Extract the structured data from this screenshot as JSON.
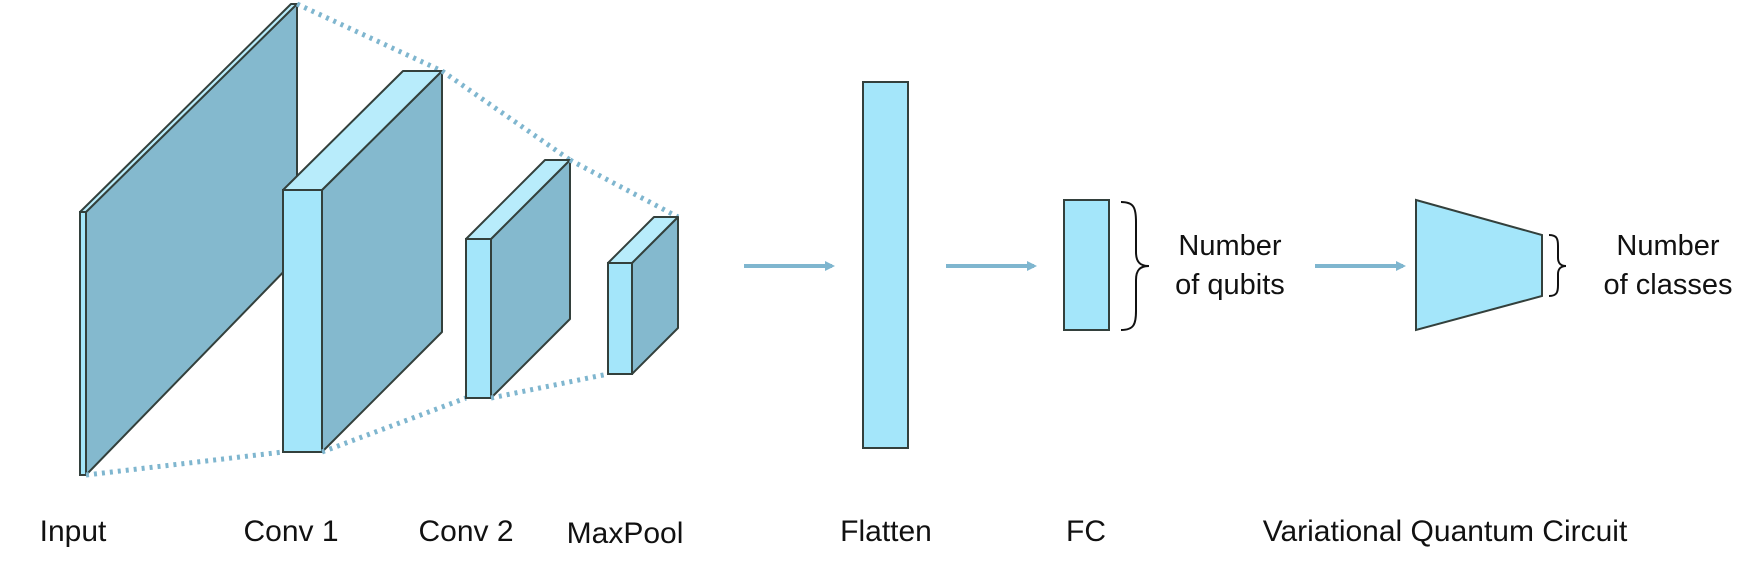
{
  "colors": {
    "front_face": "#a4e6fa",
    "side_face": "#84b9ce",
    "top_face": "#b8ecfb",
    "outline": "#33403c",
    "connector": "#7fb6cf",
    "arrow": "#7fb6cf",
    "text": "#111111"
  },
  "layers": [
    {
      "id": "input",
      "label": "Input"
    },
    {
      "id": "conv1",
      "label": "Conv 1"
    },
    {
      "id": "conv2",
      "label": "Conv 2"
    },
    {
      "id": "maxpool",
      "label": "MaxPool"
    },
    {
      "id": "flatten",
      "label": "Flatten"
    },
    {
      "id": "fc",
      "label": "FC"
    },
    {
      "id": "vqc",
      "label": "Variational Quantum Circuit"
    }
  ],
  "annotations": {
    "qubits": {
      "line1": "Number",
      "line2": "of qubits"
    },
    "classes": {
      "line1": "Number",
      "line2": "of classes"
    }
  },
  "arrows": [
    "maxpool-to-flatten",
    "flatten-to-fc",
    "fc-to-vqc"
  ]
}
